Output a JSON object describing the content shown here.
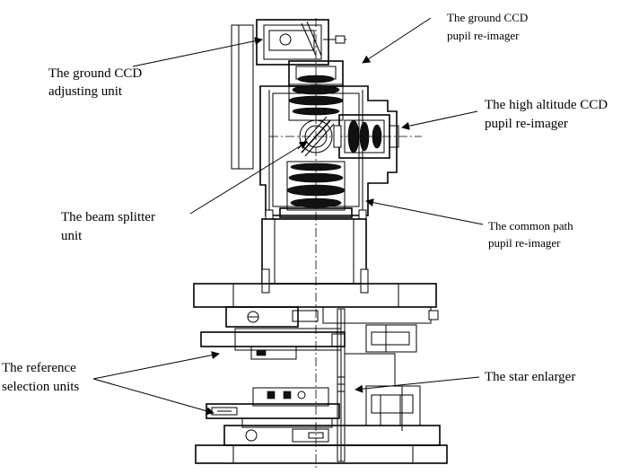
{
  "labels": {
    "ground_ccd_pupil": [
      "The ground CCD",
      "pupil re-imager"
    ],
    "ground_ccd_adjusting": [
      "The ground CCD",
      "adjusting unit"
    ],
    "high_altitude_ccd": [
      "The high altitude CCD",
      "pupil re-imager"
    ],
    "beam_splitter": [
      "The beam splitter",
      "unit"
    ],
    "common_path": [
      "The common path",
      "pupil re-imager"
    ],
    "reference_selection": [
      "The reference",
      "selection units"
    ],
    "star_enlarger": [
      "The star enlarger"
    ]
  },
  "colors": {
    "ink": "#000000",
    "background": "#ffffff"
  }
}
